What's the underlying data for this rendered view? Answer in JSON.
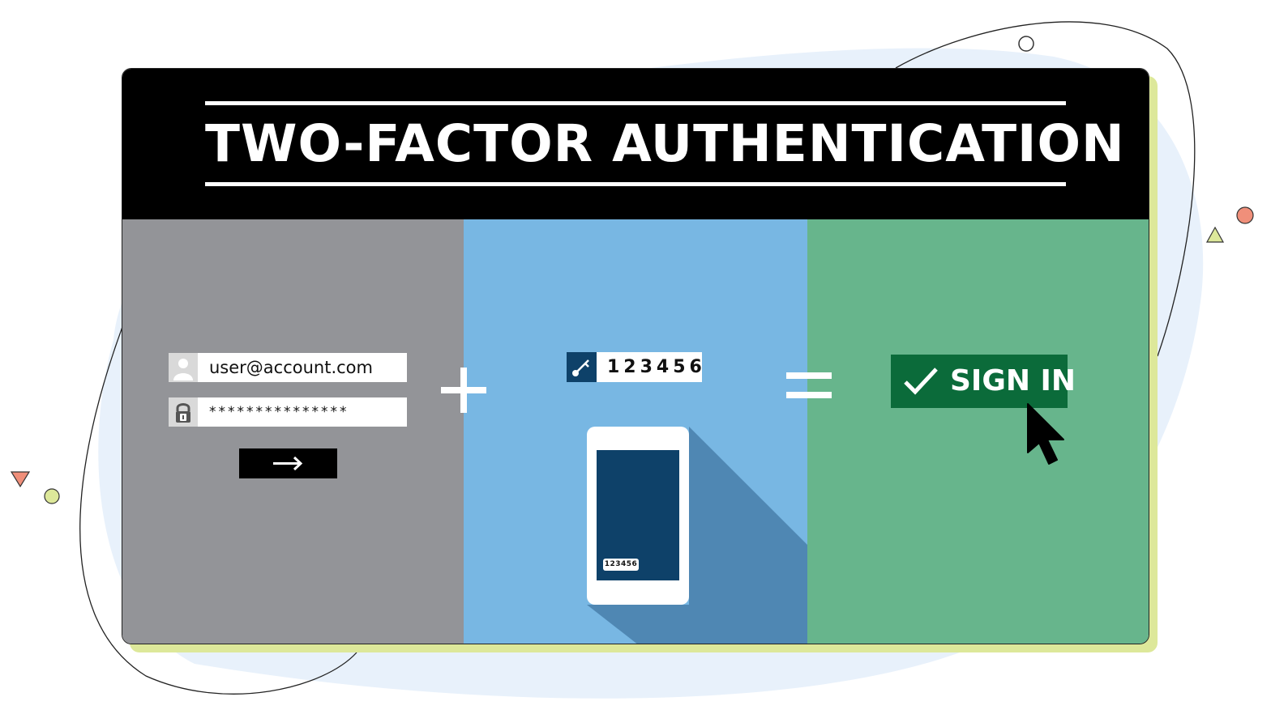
{
  "header": {
    "title": "TWO-FACTOR AUTHENTICATION"
  },
  "login": {
    "email_value": "user@account.com",
    "password_value": "***************",
    "submit_icon": "arrow-right-icon"
  },
  "operators": {
    "plus": "+",
    "equals": "="
  },
  "code": {
    "value": "123456",
    "icon": "key-icon",
    "sms_value": "123456"
  },
  "signin": {
    "label": "SIGN IN",
    "icon": "checkmark-icon"
  },
  "colors": {
    "header_bg": "#000000",
    "panel_credentials": "#939498",
    "panel_code": "#78b7e3",
    "panel_signin": "#67b58c",
    "accent_navy": "#0e4169",
    "signin_green": "#0b6b3a",
    "card_shadow": "#dde89a",
    "blob": "#e7f0fb"
  }
}
